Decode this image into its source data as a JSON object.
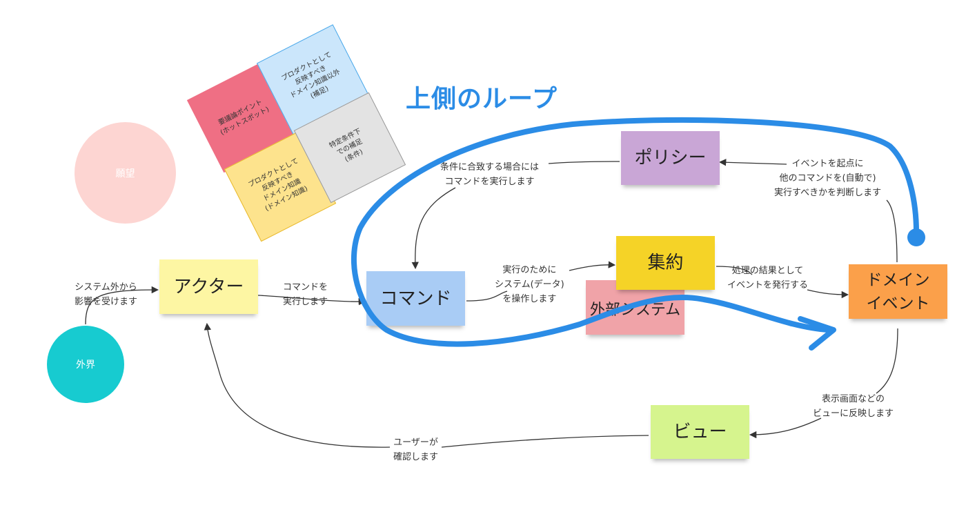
{
  "title": "上側のループ",
  "legend": {
    "hotspot": "要議論ポイント\n(ホットスポット)",
    "supplement_outside": "プロダクトとして\n反映すべき\nドメイン知識以外\n(補足)",
    "domain_knowledge": "プロダクトとして\n反映すべき\nドメイン知識\n(ドメイン知識)",
    "condition": "特定条件下\nでの補足\n(条件)"
  },
  "nodes": {
    "wish": "願望",
    "outside": "外界",
    "actor": "アクター",
    "command": "コマンド",
    "policy": "ポリシー",
    "aggregate": "集約",
    "external": "外部システム",
    "domain_event": "ドメイン\nイベント",
    "view": "ビュー"
  },
  "edges": {
    "outside_actor": "システム外から\n影響を受けます",
    "actor_command": "コマンドを\n実行します",
    "command_aggregate": "実行のために\nシステム(データ)\nを操作します",
    "aggregate_event": "処理の結果として\nイベントを発行する",
    "event_policy": "イベントを起点に\n他のコマンドを(自動で)\n実行すべきかを判断します",
    "policy_command": "条件に合致する場合には\nコマンドを実行します",
    "event_view": "表示画面などの\nビューに反映します",
    "view_actor": "ユーザーが\n確認します"
  },
  "colors": {
    "loop": "#2b8ce6",
    "actor": "#fdf6a3",
    "command": "#a9ccf5",
    "policy": "#c9a6d6",
    "aggregate": "#f5d327",
    "external": "#f0a3a8",
    "domain_event": "#fba04a",
    "view": "#d6f48e",
    "outside": "#17cbd0",
    "wish": "#fdd5d2"
  }
}
